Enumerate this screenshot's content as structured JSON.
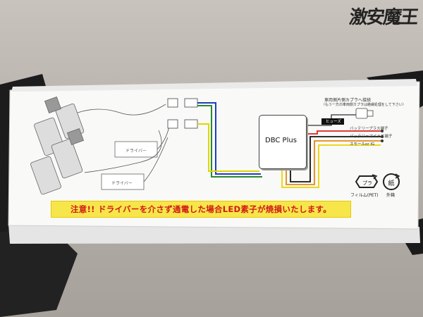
{
  "watermark": "激安魔王",
  "diagram": {
    "driver_label_1": "ドライバー",
    "driver_label_2": "ドライバー",
    "controller_label": "DBC Plus",
    "top_note_1": "車両側片側カプラへ接続",
    "top_note_2": "（もう一方の車両側カプラは絶縁処理をして下さい）",
    "fuse_label": "ヒューズ",
    "wire_1": "バッテリープラス端子",
    "wire_2": "バッテリーマイナス端子",
    "wire_3": "スモールor IG"
  },
  "warning": "注意!! ドライバーを介さず通電した場合LED素子が焼損いたします。",
  "recycle": {
    "pet_label": "フィルム(PET)",
    "paper_label": "外箱",
    "pet_mark": "プラ",
    "paper_mark": "紙"
  },
  "colors": {
    "warning_bg": "#f7e64a",
    "warning_text": "#d01818"
  }
}
